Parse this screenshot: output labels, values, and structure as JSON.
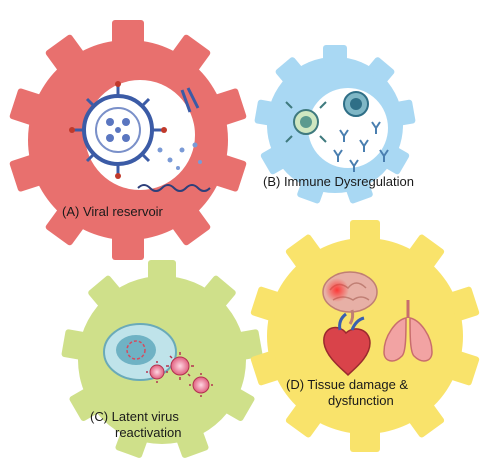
{
  "panels": {
    "a": {
      "label": "(A) Viral reservoir",
      "gear_color": "#e8706e"
    },
    "b": {
      "label": "(B) Immune Dysregulation",
      "gear_color": "#a9d8f3"
    },
    "c": {
      "label_line1": "(C) Latent virus",
      "label_line2": "reactivation",
      "gear_color": "#cfe08a"
    },
    "d": {
      "label_line1": "(D) Tissue damage &",
      "label_line2": "dysfunction",
      "gear_color": "#f9e36b"
    }
  },
  "icons": {
    "a": "coronavirus-icon",
    "b": "immune-cells-and-antibodies-icon",
    "c": "latent-virus-in-cell-icon",
    "d": "organs-brain-heart-lungs-icon"
  }
}
